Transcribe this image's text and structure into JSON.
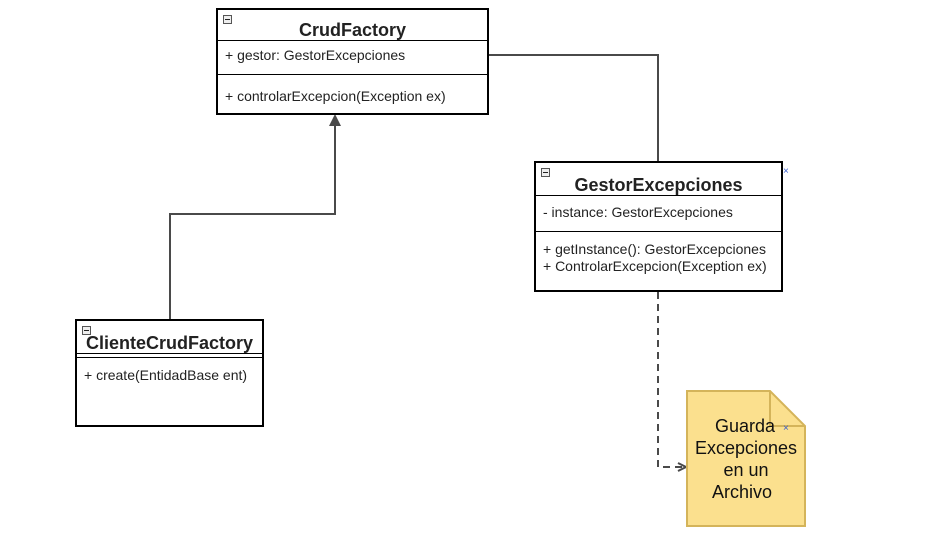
{
  "classes": {
    "crud_factory": {
      "name": "CrudFactory",
      "attributes": [
        "+ gestor: GestorExcepciones"
      ],
      "operations": [
        "+ controlarExcepcion(Exception ex)"
      ]
    },
    "gestor_excepciones": {
      "name": "GestorExcepciones",
      "attributes": [
        "- instance: GestorExcepciones"
      ],
      "operations": [
        "+ getInstance(): GestorExcepciones",
        "+ ControlarExcepcion(Exception ex)"
      ]
    },
    "cliente_crud_factory": {
      "name": "ClienteCrudFactory",
      "operations": [
        "+ create(EntidadBase ent)"
      ]
    }
  },
  "note": {
    "lines": [
      "Guarda",
      "Excepciones",
      "en un",
      "Archivo"
    ],
    "fill": "#fbe08e",
    "border": "#d4b45a"
  },
  "markers": {
    "x": "×"
  },
  "colors": {
    "line": "#4a4a4a",
    "border": "#000000"
  }
}
